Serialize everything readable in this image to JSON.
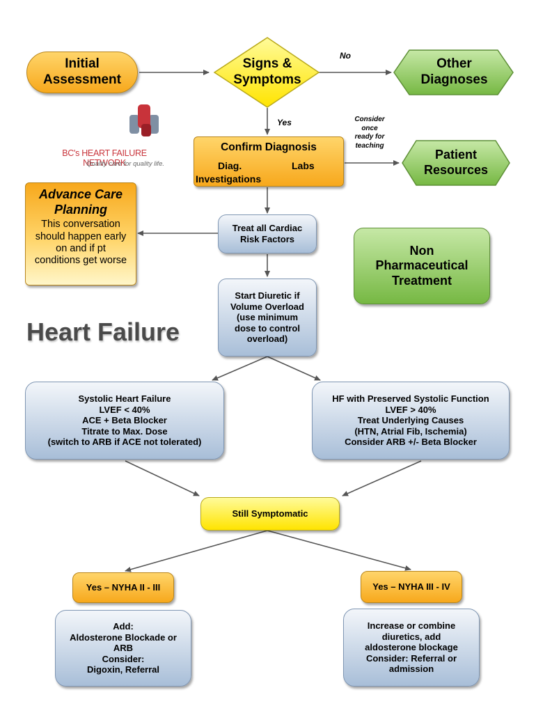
{
  "title": "Heart Failure",
  "logo": {
    "name": "BC's HEART FAILURE NETWORK",
    "tagline": "Quality care for quality life."
  },
  "nodes": {
    "initial_assessment": [
      "Initial",
      "Assessment"
    ],
    "signs_symptoms": [
      "Signs &",
      "Symptoms"
    ],
    "other_diagnoses": [
      "Other",
      "Diagnoses"
    ],
    "confirm_diagnosis": {
      "title": "Confirm Diagnosis",
      "left": "Diag.",
      "right": "Labs",
      "bottom": "Investigations"
    },
    "patient_resources": [
      "Patient",
      "Resources"
    ],
    "advance_care": {
      "title": [
        "Advance Care",
        "Planning"
      ],
      "body": [
        "This conversation",
        "should happen early",
        "on and if pt",
        "conditions get worse"
      ]
    },
    "treat_risk": [
      "Treat all Cardiac",
      "Risk Factors"
    ],
    "non_pharm": [
      "Non",
      "Pharmaceutical",
      "Treatment"
    ],
    "diuretic": [
      "Start Diuretic if",
      "Volume Overload",
      "(use minimum",
      "dose to control",
      "overload)"
    ],
    "systolic": [
      "Systolic Heart Failure",
      "LVEF < 40%",
      "ACE + Beta Blocker",
      "Titrate to Max. Dose",
      "(switch to ARB if ACE not tolerated)"
    ],
    "preserved": [
      "HF with Preserved Systolic Function",
      "LVEF > 40%",
      "Treat Underlying Causes",
      "(HTN, Atrial Fib, Ischemia)",
      "Consider ARB +/- Beta Blocker"
    ],
    "still_symptomatic": "Still Symptomatic",
    "nyha_2_3": "Yes – NYHA II - III",
    "nyha_3_4": "Yes – NYHA III - IV",
    "add_box": [
      "Add:",
      "Aldosterone Blockade or",
      "ARB",
      "Consider:",
      "Digoxin, Referral"
    ],
    "increase_box": [
      "Increase or combine",
      "diuretics, add",
      "aldosterone blockage",
      "Consider: Referral or",
      "admission"
    ]
  },
  "edge_labels": {
    "no": "No",
    "yes": "Yes",
    "consider": [
      "Consider",
      "once",
      "ready for",
      "teaching"
    ]
  },
  "colors": {
    "yellow_start": "#ffd56a",
    "yellow_end": "#f7a81c",
    "green_start": "#c6e8a6",
    "green_end": "#76b843",
    "blue_start": "#f3f6fa",
    "blue_end": "#a8bed8",
    "arrow": "#555555",
    "title": "#4a4a4a",
    "logo_red": "#c8333a"
  }
}
